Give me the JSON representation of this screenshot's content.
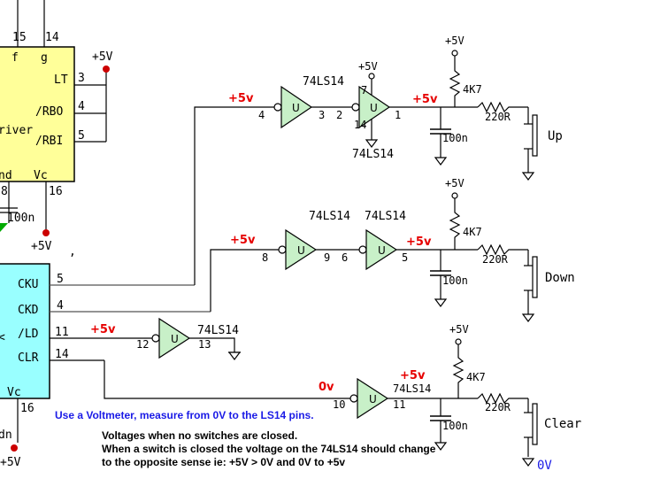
{
  "chips": {
    "decoder": {
      "pins": {
        "f": "f",
        "g": "g",
        "p15": "15",
        "p14": "14",
        "lt": "LT",
        "rbo": "/RBO",
        "rbi": "/RBI",
        "n3": "3",
        "n4": "4",
        "n5": "5",
        "gnd": "nd",
        "vc": "Vc",
        "p8": "8",
        "p16": "16"
      },
      "title_fragment": "river"
    },
    "counter": {
      "pins": {
        "cku": "CKU",
        "ckd": "CKD",
        "ld": "/LD",
        "clr": "CLR",
        "vc": "Vc",
        "n5": "5",
        "n4": "4",
        "n11": "11",
        "n14": "14",
        "p16": "16",
        "lt": "<"
      }
    }
  },
  "labels": {
    "v5_top_decoder": "+5V",
    "v5_decoder_bottom": "+5V",
    "v5_counter_bottom": "+5V",
    "cap_100n_left": "100n",
    "frag_dn": "dn",
    "part_74ls14": "74LS14",
    "gate_u": "U",
    "plus5v_lower": "+5v",
    "zero_v": "0v",
    "plus5V_upper": "+5V",
    "res_4k7": "4K7",
    "res_220r": "220R",
    "cap_100n": "100n",
    "zero_V_ground": "0V",
    "up_gate_pins": {
      "p4": "4",
      "p3": "3",
      "p2": "2",
      "p7": "7",
      "p14": "14",
      "p1": "1"
    },
    "down_gate_pins": {
      "p8": "8",
      "p9": "9",
      "p6": "6",
      "p5": "5"
    },
    "ld_gate_pins": {
      "p12": "12",
      "p13": "13"
    },
    "clear_gate_pins": {
      "p10": "10",
      "p11": "11"
    }
  },
  "switches": {
    "up": "Up",
    "down": "Down",
    "clear": "Clear"
  },
  "notes": {
    "instruction": "Use a Voltmeter, measure from 0V to the LS14 pins.",
    "line1": "Voltages when no switches are closed.",
    "line2": "When a switch is closed the voltage on the 74LS14 should  change",
    "line3": "to the opposite sense ie: +5V > 0V  and 0V to +5v"
  },
  "colors": {
    "chip_yellow": "#ffff99",
    "chip_cyan": "#99ffff",
    "gate_green": "#c8f0c8",
    "red_text": "#e60000",
    "blue_text": "#1a1ae6",
    "wire": "#000000",
    "wire_gray": "#666666",
    "dot_red": "#cc0000"
  }
}
